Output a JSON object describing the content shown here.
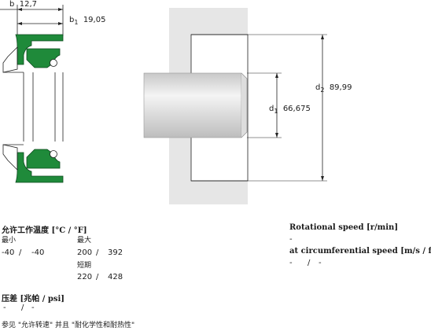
{
  "drawing_left": {
    "b_label": "b",
    "b_value": "12,7",
    "b1_label": "b",
    "b1_sub": "1",
    "b1_value": "19,05"
  },
  "drawing_right": {
    "d1_label": "d",
    "d1_sub": "1",
    "d1_value": "66,675",
    "d2_label": "d",
    "d2_sub": "2",
    "d2_value": "89,99"
  },
  "temperature": {
    "heading": "允许工作温度 [°C / °F]",
    "min_label": "最小",
    "max_label": "最大",
    "min_c": "-40",
    "sep": "/",
    "min_f": "-40",
    "max_c": "200",
    "max_f": "392",
    "short_label": "短期",
    "short_c": "220",
    "short_f": "428"
  },
  "pressure": {
    "heading": "压差 [兆帕 / psi]",
    "value_a": "-",
    "sep": "/",
    "value_b": "-"
  },
  "rotational": {
    "heading": "Rotational speed [r/min]",
    "value": "-",
    "circ_heading": "at circumferential speed [m/s / ft/s]",
    "circ_a": "-",
    "sep": "/",
    "circ_b": "-"
  },
  "footnote": "参见 \"允许转速\" 并且 \"耐化学性和耐热性\"",
  "colors": {
    "seal_green": "#1f8a3a",
    "housing_gray": "#e6e6e6",
    "shaft_gray": "#d9d9d9",
    "line": "#222222"
  }
}
